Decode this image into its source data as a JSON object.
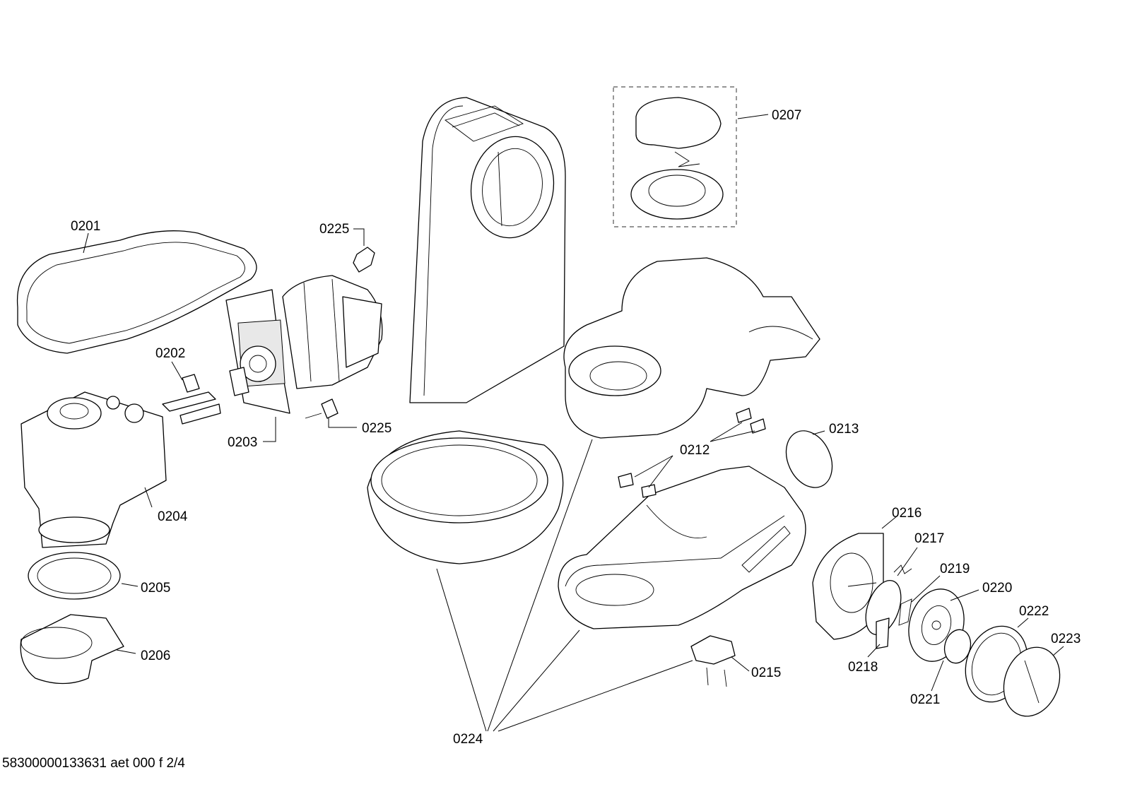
{
  "labels": {
    "p0201": "0201",
    "p0202": "0202",
    "p0203": "0203",
    "p0204": "0204",
    "p0205": "0205",
    "p0206": "0206",
    "p0207": "0207",
    "p0212": "0212",
    "p0213": "0213",
    "p0215": "0215",
    "p0216": "0216",
    "p0217": "0217",
    "p0218": "0218",
    "p0219": "0219",
    "p0220": "0220",
    "p0221": "0221",
    "p0222": "0222",
    "p0223": "0223",
    "p0224": "0224",
    "p0225": "0225"
  },
  "footer": "58300000133631 aet 000 f 2/4"
}
